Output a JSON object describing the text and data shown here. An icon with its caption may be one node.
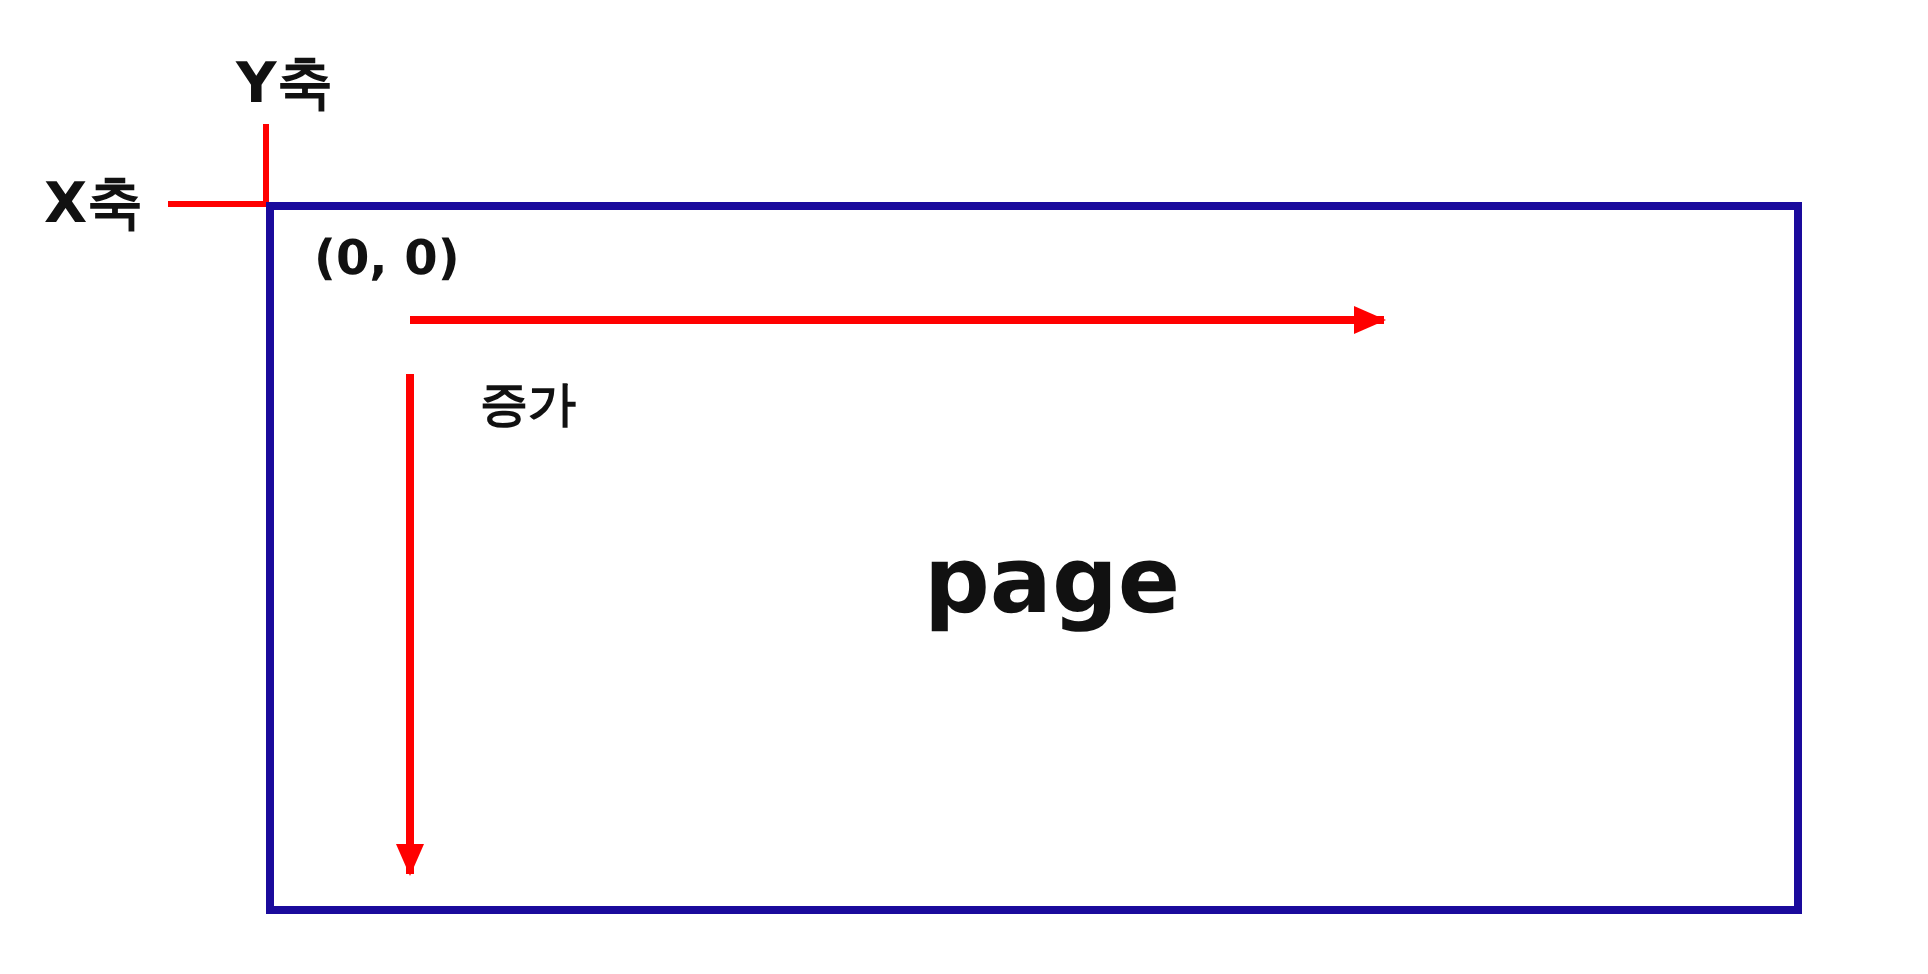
{
  "diagram": {
    "nodes": [
      {
        "text": [
          "page"
        ]
      }
    ],
    "edges": [],
    "labels": [
      "Y축",
      "X축",
      "(0, 0)",
      "증가"
    ]
  }
}
